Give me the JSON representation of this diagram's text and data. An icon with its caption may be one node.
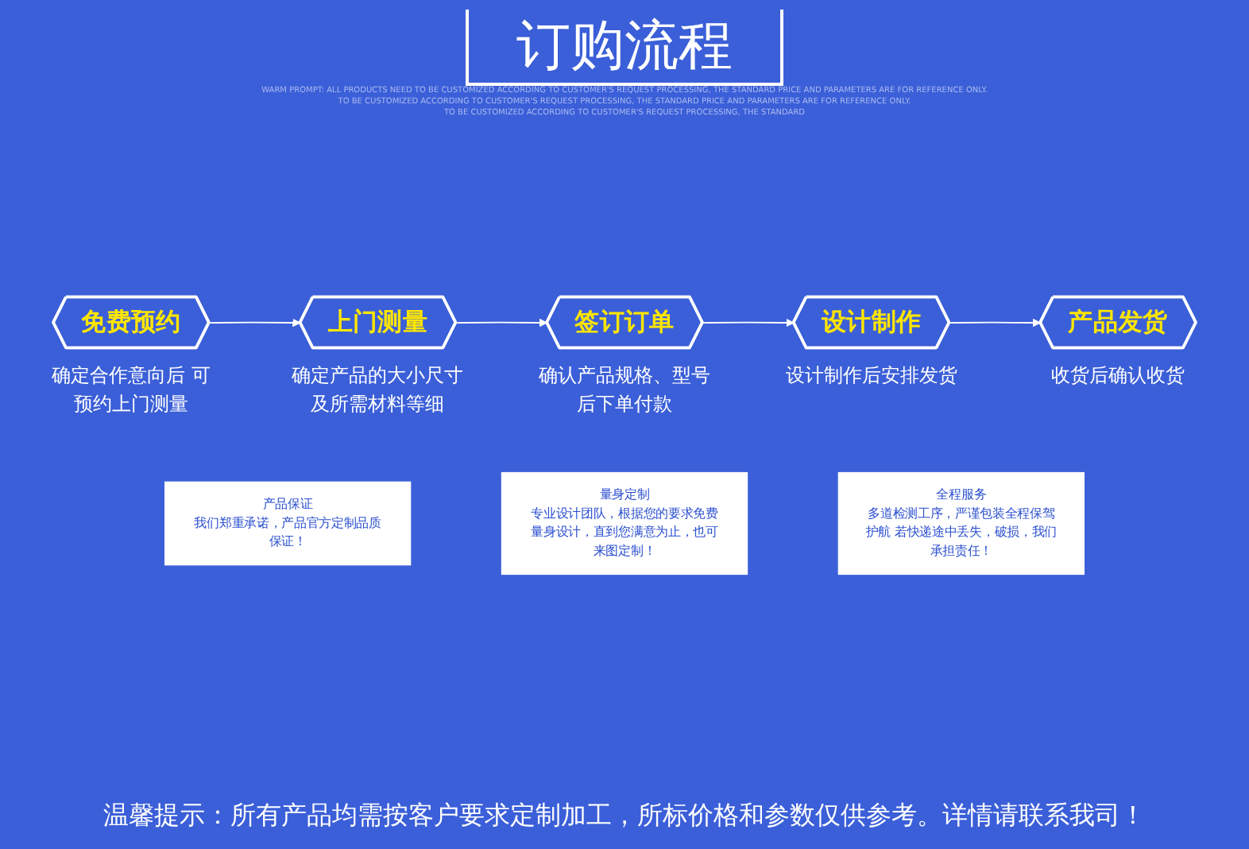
{
  "diagram": {
    "title": "订购流程",
    "nodes": [
      {
        "text": [
          "免费预约"
        ],
        "beside": [
          "确定合作意向后 可预约上门测量"
        ]
      },
      {
        "text": [
          "上门测量"
        ],
        "beside": [
          "确定产品的大小尺寸及所需材料等细"
        ]
      },
      {
        "text": [
          "签订订单"
        ],
        "beside": [
          "确认产品规格、型号后下单付款"
        ]
      },
      {
        "text": [
          "设计制作"
        ],
        "beside": [
          "设计制作后安排发货"
        ]
      },
      {
        "text": [
          "产品发货"
        ],
        "beside": [
          "收货后确认收货"
        ]
      },
      {
        "text": [
          "产品保证",
          "我们郑重承诺，产品官方定制品质保证！"
        ]
      },
      {
        "text": [
          "量身定制",
          "专业设计团队，根据您的要求免费量身设计，直到您满意为止，也可来图定制！"
        ]
      },
      {
        "text": [
          "全程服务",
          "多道检测工序，严谨包装全程保驾护航 若快递途中丢失，破损，我们承担责任！"
        ]
      }
    ],
    "edges": [
      {
        "from": 0,
        "to": 1,
        "arrow": "to"
      },
      {
        "from": 1,
        "to": 2,
        "arrow": "to"
      },
      {
        "from": 2,
        "to": 3,
        "arrow": "to"
      },
      {
        "from": 3,
        "to": 4,
        "arrow": "to"
      }
    ],
    "labels": [
      "WARM PROMPT: ALL PRODUCTS NEED TO BE CUSTOMIZED ACCORDING TO CUSTOMER'S REQUEST PROCESSING, THE STANDARD PRICE AND PARAMETERS ARE FOR REFERENCE ONLY.",
      "TO BE CUSTOMIZED ACCORDING TO CUSTOMER'S REQUEST PROCESSING, THE STANDARD PRICE AND PARAMETERS ARE FOR REFERENCE ONLY.",
      "TO BE CUSTOMIZED ACCORDING TO CUSTOMER'S REQUEST PROCESSING, THE STANDARD",
      "温馨提示：所有产品均需按客户要求定制加工，所标价格和参数仅供参考。详情请联系我司！"
    ]
  }
}
